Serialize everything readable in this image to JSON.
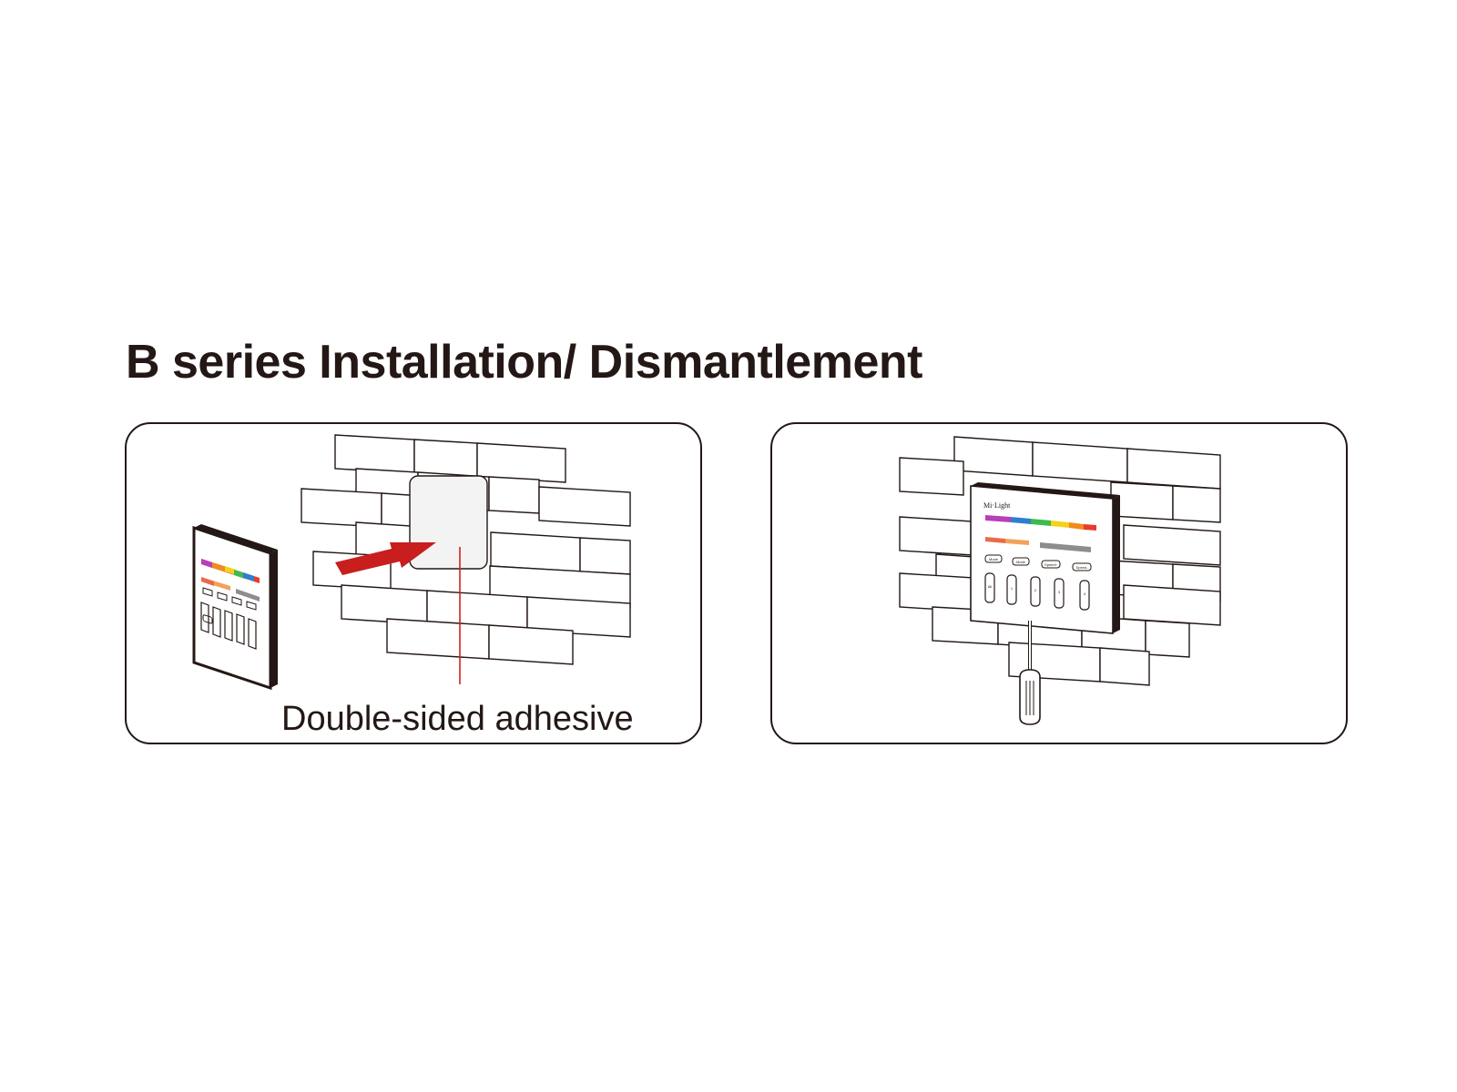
{
  "title": "B series Installation/ Dismantlement",
  "left_panel": {
    "caption": "Double-sided adhesive"
  },
  "remote": {
    "brand": "Mi·Light",
    "mode_labels": [
      "Mode",
      "Mode",
      "Speed+",
      "Speed-"
    ],
    "zone_labels": [
      "All",
      "1",
      "2",
      "3",
      "4"
    ]
  },
  "colors": {
    "ink": "#231815",
    "arrow": "#c81e1e",
    "leader_line": "#d7201f",
    "adhesive_pad": "#f3f3f3"
  }
}
